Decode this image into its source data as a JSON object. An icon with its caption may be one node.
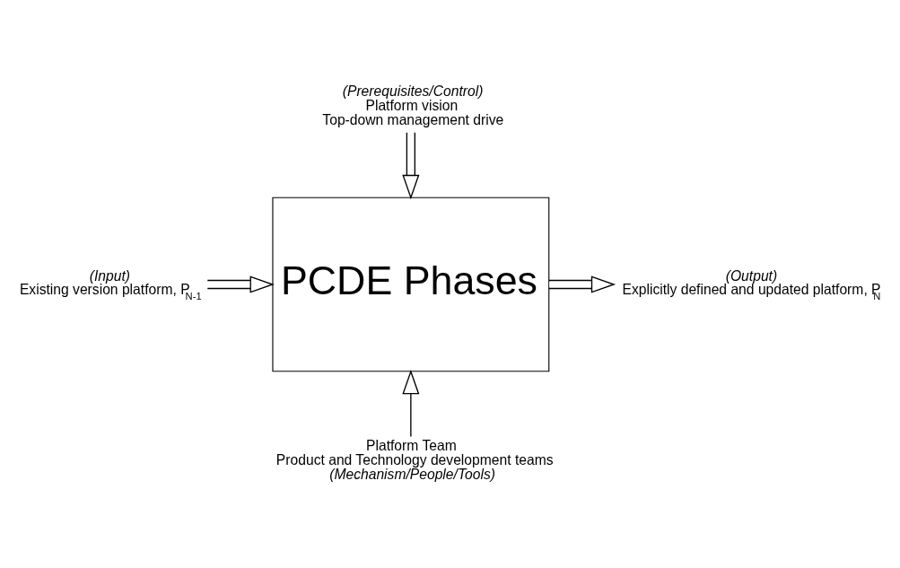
{
  "diagram": {
    "nodes": [
      {
        "text": [
          "(Prerequisites/Control)",
          "Platform vision",
          "Top-down management drive"
        ]
      },
      {
        "text": [
          "(Input)",
          "Existing version platform, P$_{N-1}$"
        ]
      },
      {
        "text": [
          "PCDE Phases"
        ]
      },
      {
        "text": [
          "(Output)",
          "Explicitly defined and updated platform, P$_{N}$"
        ]
      },
      {
        "text": [
          "Platform Team",
          "Product and Technology development teams",
          "(Mechanism/People/Tools)"
        ]
      }
    ],
    "edges": [
      {
        "from": 0,
        "to": 2,
        "arrow": "to"
      },
      {
        "from": 1,
        "to": 2,
        "arrow": "to"
      },
      {
        "from": 2,
        "to": 3,
        "arrow": "to"
      },
      {
        "from": 4,
        "to": 2,
        "arrow": "to"
      }
    ]
  }
}
